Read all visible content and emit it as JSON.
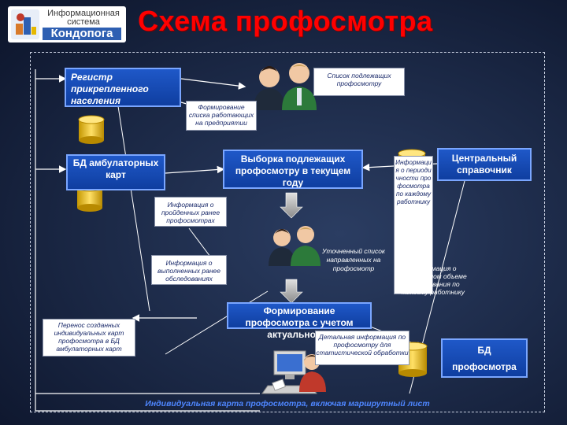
{
  "header": {
    "title": "Схема профосмотра",
    "logo": {
      "line1": "Информационная",
      "line2": "система",
      "line3": "Кондопога"
    }
  },
  "boxes": {
    "registry": "Регистр прикрепленного населения",
    "ambulatory_db": "БД амбулаторных карт",
    "selection": "Выборка подлежащих профосмотру в текущем году",
    "central_reference": "Центральный справочник",
    "formation": "Формирование профосмотра с учетом актуальности",
    "prof_db_line1": "БД",
    "prof_db_line2": "профосмотра"
  },
  "notes": {
    "list_to_exam": "Список подлежащих профосмотру",
    "form_worker_list": "Формирование списка работающих на предприятии",
    "passed_exams": "Информация о пройденных ранее профосмотрах",
    "done_surveys": "Информация о выполненных ранее обследованиях",
    "transfer_cards": "Перенос созданных индивидуальных карт профосмотра в БД амбулаторных карт",
    "refined_list": "Уточненный список направленных на профосмотр",
    "periodicity_info": "Информация о периодичности профосмотра по каждому работнику",
    "required_volume": "Информация о необходимом объеме обследования по каждому работнику",
    "detailed_info": "Детальная информация по профосмотру для статистической обработки",
    "bottom_caption": "Индивидуальная карта профосмотра, включая маршрутный лист"
  },
  "colors": {
    "title": "#ff0000",
    "box_fill": "#1a4fc0",
    "box_border": "#7aa6ff",
    "db_cylinder": "#f2c200",
    "background": "#1a2744"
  },
  "icons": [
    "logo-icon",
    "person-woman-icon",
    "person-man-icon",
    "database-icon",
    "computer-icon",
    "arrow-icon"
  ]
}
